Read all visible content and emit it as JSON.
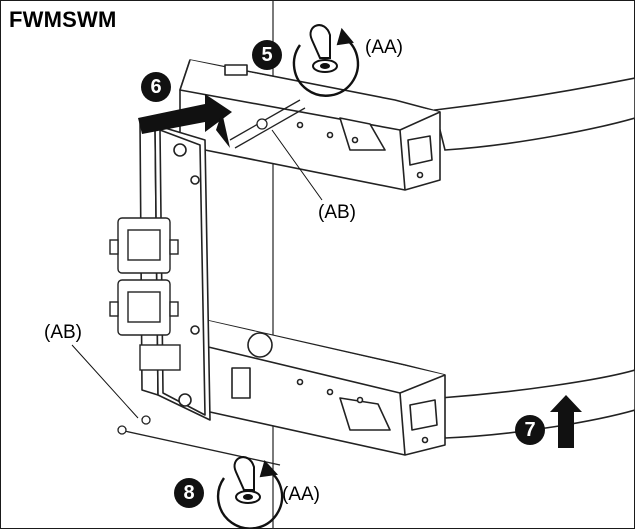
{
  "title": "FWMSWM",
  "labels": {
    "aa_top": "(AA)",
    "aa_bottom": "(AA)",
    "ab_top": "(AB)",
    "ab_left": "(AB)"
  },
  "steps": {
    "s5": "5",
    "s6": "6",
    "s7": "7",
    "s8": "8"
  }
}
